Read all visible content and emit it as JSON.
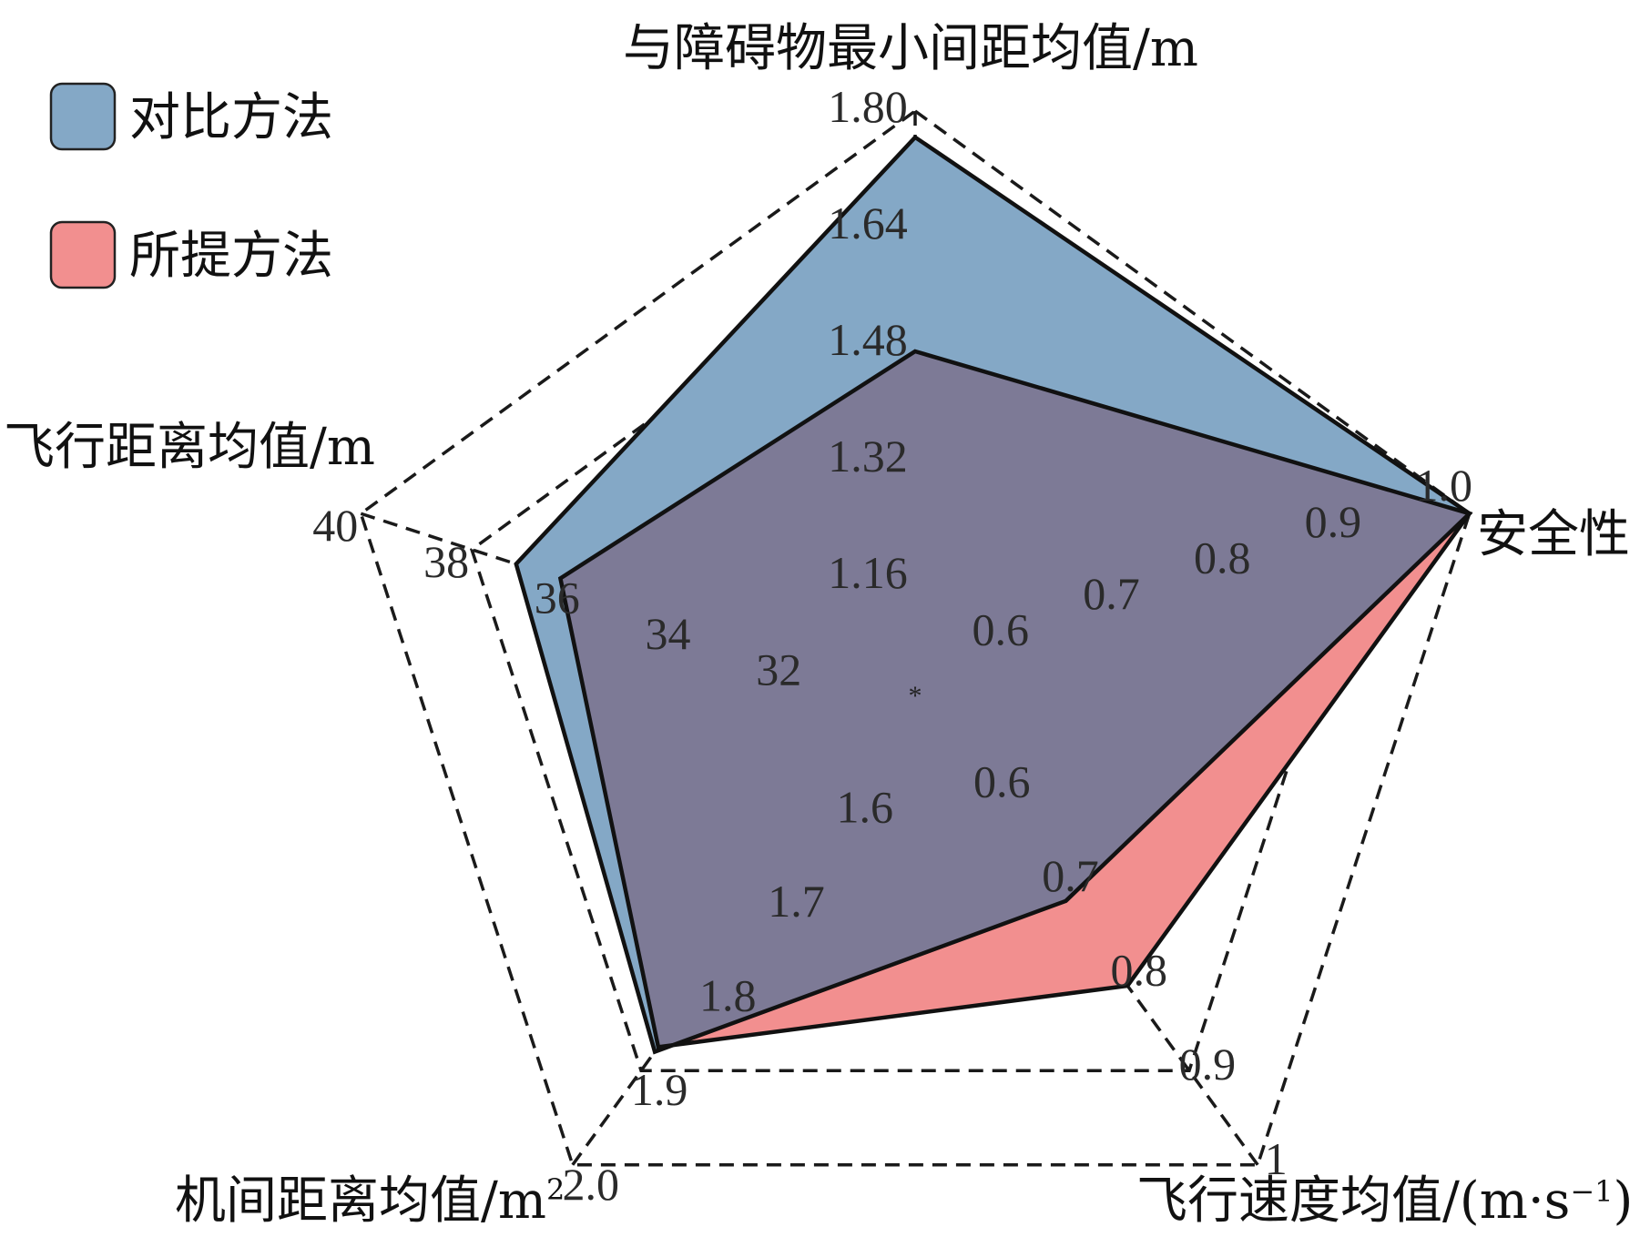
{
  "chart_data": {
    "type": "radar",
    "axes": [
      {
        "label": "与障碍物最小间距均值/m",
        "ticks": [
          "1.16",
          "1.32",
          "1.48",
          "1.64",
          "1.80"
        ]
      },
      {
        "label": "安全性",
        "ticks": [
          "0.6",
          "0.7",
          "0.8",
          "0.9",
          "1.0"
        ]
      },
      {
        "label": "飞行速度均值/(m·s⁻¹)",
        "ticks": [
          "0.6",
          "0.7",
          "0.8",
          "0.9",
          "1"
        ]
      },
      {
        "label": "机间距离均值/m²",
        "ticks": [
          "1.6",
          "1.7",
          "1.8",
          "1.9",
          "2.0"
        ]
      },
      {
        "label": "飞行距离均值/m",
        "ticks": [
          "32",
          "34",
          "36",
          "38",
          "40"
        ]
      }
    ],
    "axis_label_lines": {
      "with_tick_edge": "机间距离均值/m",
      "superscript": "2",
      "speed_base": "飞行速度均值/(m·s",
      "speed_sup": "−1",
      "speed_close": ")"
    },
    "series": [
      {
        "name": "对比方法",
        "color": "#84a8c6",
        "values": [
          1.764,
          1.0,
          0.72,
          1.88,
          37.2
        ]
      },
      {
        "name": "所提方法",
        "color": "#f28f8f",
        "values": [
          1.47,
          1.0,
          0.81,
          1.875,
          36.4
        ]
      }
    ],
    "overlap_color": "#7d7a96",
    "grid": true,
    "legend_position": "top-left"
  }
}
